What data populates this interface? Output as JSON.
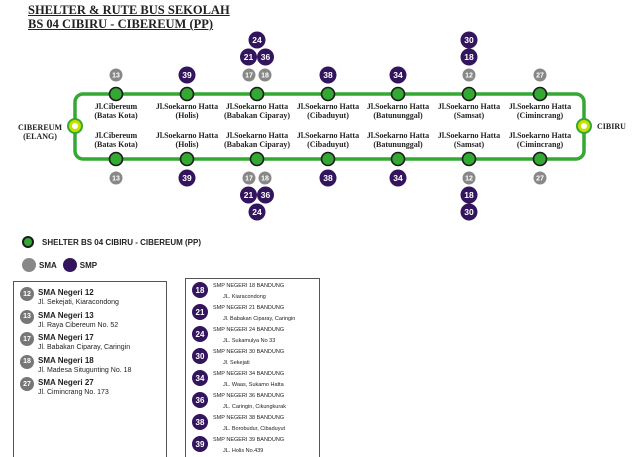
{
  "title": {
    "line1": "SHELTER & RUTE BUS SEKOLAH",
    "line2": "BS 04 CIBIRU - CIBEREUM (PP)"
  },
  "colors": {
    "route": "#33a833",
    "sma": "#888888",
    "smp": "#33155e",
    "endpoint": "#c8e000"
  },
  "endpoints": {
    "left": {
      "line1": "CIBEREUM",
      "line2": "(ELANG)"
    },
    "right": {
      "line1": "CIBIRU"
    }
  },
  "stations": [
    {
      "line1": "Jl.Cibereum",
      "line2": "(Batas Kota)",
      "schools": [
        {
          "num": "13",
          "type": "sma"
        }
      ]
    },
    {
      "line1": "Jl.Soekarno Hatta",
      "line2": "(Holis)",
      "schools": [
        {
          "num": "39",
          "type": "smp"
        }
      ]
    },
    {
      "line1": "Jl.Soekarno Hatta",
      "line2": "(Babakan Ciparay)",
      "schools": [
        {
          "num": "17",
          "type": "sma"
        },
        {
          "num": "18",
          "type": "sma"
        },
        {
          "num": "21",
          "type": "smp"
        },
        {
          "num": "36",
          "type": "smp"
        },
        {
          "num": "24",
          "type": "smp"
        }
      ]
    },
    {
      "line1": "Jl.Soekarno Hatta",
      "line2": "(Cibaduyut)",
      "schools": [
        {
          "num": "38",
          "type": "smp"
        }
      ]
    },
    {
      "line1": "Jl.Soekarno Hatta",
      "line2": "(Batununggal)",
      "schools": [
        {
          "num": "34",
          "type": "smp"
        }
      ]
    },
    {
      "line1": "Jl.Soekarno Hatta",
      "line2": "(Samsat)",
      "schools": [
        {
          "num": "12",
          "type": "sma"
        },
        {
          "num": "18",
          "type": "smp"
        },
        {
          "num": "30",
          "type": "smp"
        }
      ]
    },
    {
      "line1": "Jl.Soekarno Hatta",
      "line2": "(Cimincrang)",
      "schools": [
        {
          "num": "27",
          "type": "sma"
        }
      ]
    }
  ],
  "legend": {
    "shelter_label": "SHELTER BS 04 CIBIRU - CIBEREUM  (PP)",
    "sma_label": "SMA",
    "smp_label": "SMP"
  },
  "sma_list": [
    {
      "num": "12",
      "name": "SMA Negeri 12",
      "address": "Jl. Sekejati, Kiaracondong"
    },
    {
      "num": "13",
      "name": "SMA Negeri 13",
      "address": "Jl. Raya Cibereum No. 52"
    },
    {
      "num": "17",
      "name": "SMA Negeri 17",
      "address": "Jl. Babakan Ciparay, Caringin"
    },
    {
      "num": "18",
      "name": "SMA Negeri 18",
      "address": "Jl. Madesa Situgunting No. 18"
    },
    {
      "num": "27",
      "name": "SMA Negeri 27",
      "address": "Jl. Cimincrang No. 173"
    }
  ],
  "smp_list": [
    {
      "num": "18",
      "name": "SMP NEGERI 18 BANDUNG",
      "address": "JL. Kiaracondong"
    },
    {
      "num": "21",
      "name": "SMP NEGERI 21 BANDUNG",
      "address": "Jl. Babakan Ciparay, Caringin"
    },
    {
      "num": "24",
      "name": "SMP NEGERI 24 BANDUNG",
      "address": "JL. Sukamulya No 33"
    },
    {
      "num": "30",
      "name": "SMP NEGERI 30 BANDUNG",
      "address": "Jl. Sekejati"
    },
    {
      "num": "34",
      "name": "SMP NEGERI 34 BANDUNG",
      "address": "JL. Waas, Sukamo Hatta"
    },
    {
      "num": "36",
      "name": "SMP NEGERI 36 BANDUNG",
      "address": "JL. Caringin, Cikungkurak"
    },
    {
      "num": "38",
      "name": "SMP NEGERI 38 BANDUNG",
      "address": "JL. Borobudur, Cibaduyut"
    },
    {
      "num": "39",
      "name": "SMP NEGERI 39 BANDUNG",
      "address": "JL. Holis No.439"
    }
  ]
}
